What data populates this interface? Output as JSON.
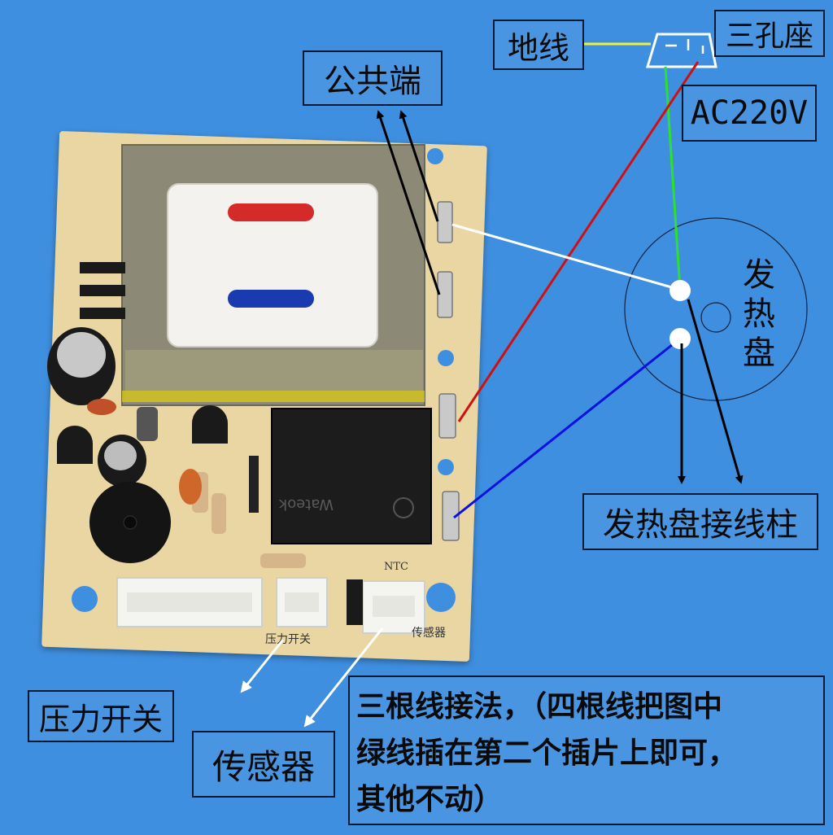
{
  "labels": {
    "ground": "地线",
    "socket": "三孔座",
    "common": "公共端",
    "ac": "AC220V",
    "heater_plate": "发热盘",
    "terminals": "发热盘接线柱",
    "pressure": "压力开关",
    "sensor": "传感器",
    "note": [
      "三根线接法，（四根线把图中",
      "绿线插在第二个插片上即可，",
      "其他不动）"
    ]
  },
  "pcb_text": {
    "ntc": "NTC",
    "pressure_silk": "压力开关",
    "sensor_silk": "传感器",
    "relay_brand": "Wateok"
  },
  "heater_chars": [
    "发",
    "热",
    "盘"
  ],
  "wire_colors": {
    "ground": "#f2f23a",
    "earth": "#2ee02e",
    "live": "#d01010",
    "heater_a": "#ffffff",
    "heater_b": "#0a10e0",
    "arrow": "#000000",
    "pointer": "#ffffff"
  }
}
